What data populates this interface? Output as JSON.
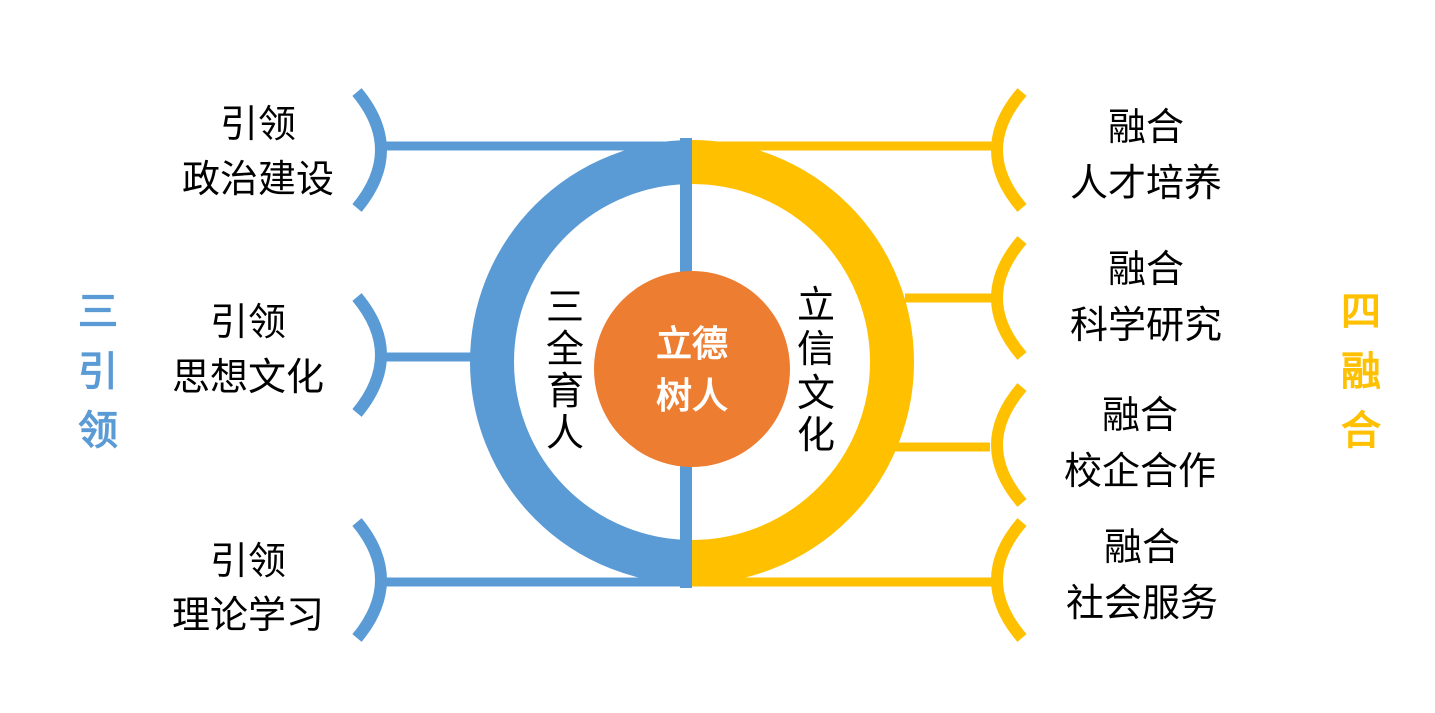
{
  "colors": {
    "blue": "#5B9BD5",
    "yellow": "#FFC000",
    "orange": "#ED7D31"
  },
  "center": {
    "line1": "立德",
    "line2": "树人"
  },
  "left_ring": {
    "chars": [
      "三",
      "全",
      "育",
      "人"
    ]
  },
  "right_ring": {
    "chars": [
      "立",
      "信",
      "文",
      "化"
    ]
  },
  "left_title": {
    "chars": [
      "三",
      "引",
      "领"
    ]
  },
  "right_title": {
    "chars": [
      "四",
      "融",
      "合"
    ]
  },
  "left_items": [
    {
      "line1": "引领",
      "line2": "政治建设"
    },
    {
      "line1": "引领",
      "line2": "思想文化"
    },
    {
      "line1": "引领",
      "line2": "理论学习"
    }
  ],
  "right_items": [
    {
      "line1": "融合",
      "line2": "人才培养"
    },
    {
      "line1": "融合",
      "line2": "科学研究"
    },
    {
      "line1": "融合",
      "line2": "校企合作"
    },
    {
      "line1": "融合",
      "line2": "社会服务"
    }
  ]
}
